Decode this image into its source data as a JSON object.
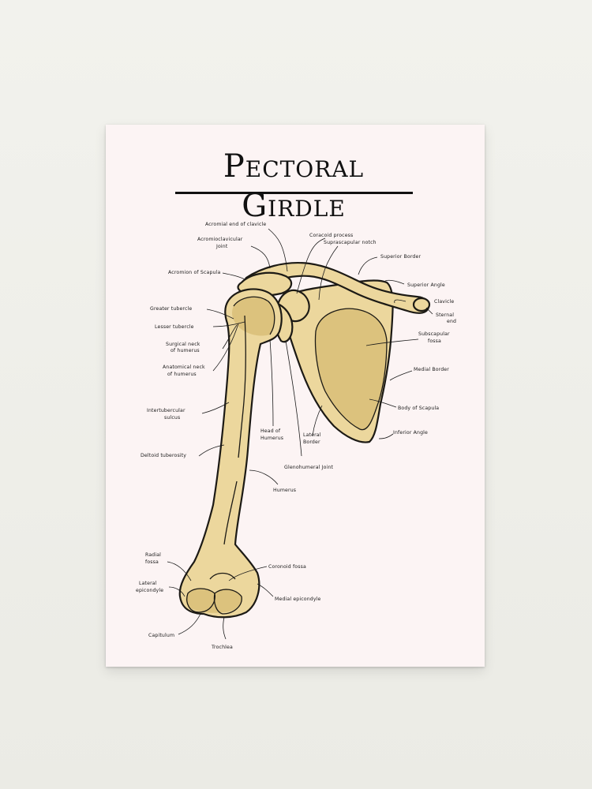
{
  "title": "Pectoral Girdle",
  "labels": {
    "acromial_end": "Acromial end of clavicle",
    "ac_joint_1": "Acromioclavicular",
    "ac_joint_2": "Joint",
    "coracoid": "Coracoid process",
    "suprascapular": "Suprascapular notch",
    "superior_border": "Superior Border",
    "acromion": "Acromion of Scapula",
    "superior_angle": "Superior Angle",
    "clavicle": "Clavicle",
    "sternal_end_1": "Sternal",
    "sternal_end_2": "end",
    "greater_tubercle": "Greater tubercle",
    "lesser_tubercle": "Lesser tubercle",
    "surgical_neck_1": "Surgical neck",
    "surgical_neck_2": "of humerus",
    "subscapular_1": "Subscapular",
    "subscapular_2": "fossa",
    "anatomical_neck_1": "Anatomical neck",
    "anatomical_neck_2": "of humerus",
    "medial_border": "Medial Border",
    "intertubercular_1": "Intertubercular",
    "intertubercular_2": "sulcus",
    "body_scapula": "Body of Scapula",
    "head_humerus_1": "Head of",
    "head_humerus_2": "Humerus",
    "lateral_border_1": "Lateral",
    "lateral_border_2": "Border",
    "inferior_angle": "Inferior Angle",
    "deltoid": "Deltoid tuberosity",
    "glenohumeral": "Glenohumeral Joint",
    "humerus": "Humerus",
    "radial_fossa_1": "Radial",
    "radial_fossa_2": "fossa",
    "coronoid": "Coronoid fossa",
    "lateral_epi_1": "Lateral",
    "lateral_epi_2": "epicondyle",
    "medial_epi": "Medial epicondyle",
    "capitulum": "Capitulum",
    "trochlea": "Trochlea"
  },
  "colors": {
    "bone": "#ecd79d",
    "bone_shade": "#dcc27d",
    "outline": "#1c1a15",
    "poster": "#fcf4f4",
    "wall": "#efefe9"
  }
}
